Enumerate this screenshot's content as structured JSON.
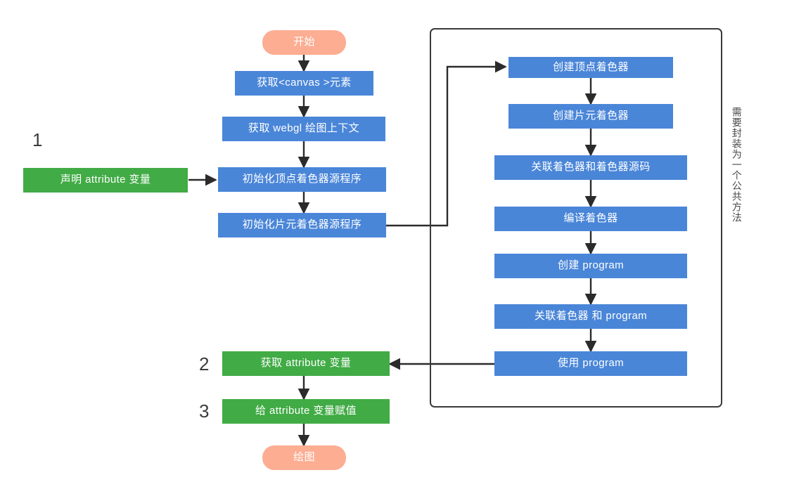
{
  "diagram": {
    "title_vertical_note": "需要封装为一个公共方法",
    "colors": {
      "blue": "#4a86d8",
      "green": "#41ab45",
      "salmon": "#fcad92",
      "line": "#3a3a3a",
      "text_dark": "#3c3c3c"
    },
    "step_numbers": {
      "one": "1",
      "two": "2",
      "three": "3"
    },
    "main_flow": [
      {
        "id": "start",
        "label": "开始",
        "shape": "terminator",
        "color": "salmon"
      },
      {
        "id": "get-canvas",
        "label": "获取<canvas >元素",
        "shape": "process",
        "color": "blue"
      },
      {
        "id": "get-context",
        "label": "获取 webgl 绘图上下文",
        "shape": "process",
        "color": "blue"
      },
      {
        "id": "init-vertex",
        "label": "初始化顶点着色器源程序",
        "shape": "process",
        "color": "blue"
      },
      {
        "id": "init-frag",
        "label": "初始化片元着色器源程序",
        "shape": "process",
        "color": "blue"
      },
      {
        "id": "get-attr",
        "label": "获取 attribute 变量",
        "shape": "process",
        "color": "green"
      },
      {
        "id": "set-attr",
        "label": "给 attribute 变量赋值",
        "shape": "process",
        "color": "green"
      },
      {
        "id": "draw",
        "label": "绘图",
        "shape": "terminator",
        "color": "salmon"
      }
    ],
    "declare_node": {
      "id": "declare-attr",
      "label": "声明 attribute 变量",
      "color": "green"
    },
    "sub_flow": [
      {
        "id": "create-vertex-shader",
        "label": "创建顶点着色器",
        "color": "blue"
      },
      {
        "id": "create-frag-shader",
        "label": "创建片元着色器",
        "color": "blue"
      },
      {
        "id": "attach-source",
        "label": "关联着色器和着色器源码",
        "color": "blue"
      },
      {
        "id": "compile-shader",
        "label": "编译着色器",
        "color": "blue"
      },
      {
        "id": "create-program",
        "label": "创建 program",
        "color": "blue"
      },
      {
        "id": "attach-program",
        "label": "关联着色器 和 program",
        "color": "blue"
      },
      {
        "id": "use-program",
        "label": "使用 program",
        "color": "blue"
      }
    ]
  }
}
